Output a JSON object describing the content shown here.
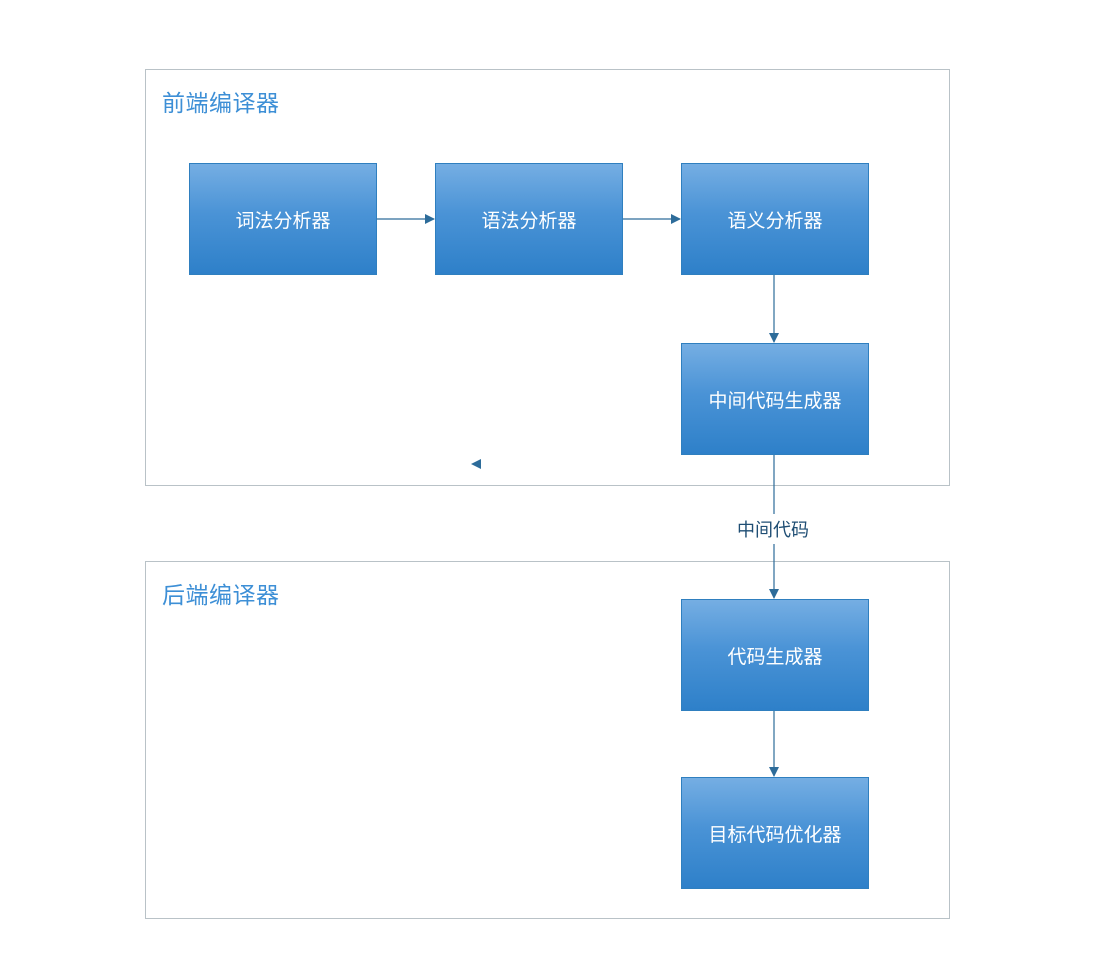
{
  "colors": {
    "group_border": "#b9c2c7",
    "group_title": "#3d8fd6",
    "node_fill_top": "#75aee3",
    "node_fill_bottom": "#2e80c9",
    "node_text": "#ffffff",
    "edge": "#2d6c9a",
    "edge_label": "#1f4e74"
  },
  "groups": {
    "frontend": {
      "title": "前端编译器"
    },
    "backend": {
      "title": "后端编译器"
    }
  },
  "nodes": {
    "lexer": {
      "label": "词法分析器"
    },
    "parser": {
      "label": "语法分析器"
    },
    "semantic": {
      "label": "语义分析器"
    },
    "ir_generator": {
      "label": "中间代码生成器"
    },
    "code_generator": {
      "label": "代码生成器"
    },
    "optimizer": {
      "label": "目标代码优化器"
    }
  },
  "edges": [
    {
      "from": "lexer",
      "to": "parser",
      "label": ""
    },
    {
      "from": "parser",
      "to": "semantic",
      "label": ""
    },
    {
      "from": "semantic",
      "to": "ir_generator",
      "label": ""
    },
    {
      "from": "ir_generator",
      "to": "code_generator",
      "label": "中间代码"
    },
    {
      "from": "code_generator",
      "to": "optimizer",
      "label": ""
    }
  ]
}
